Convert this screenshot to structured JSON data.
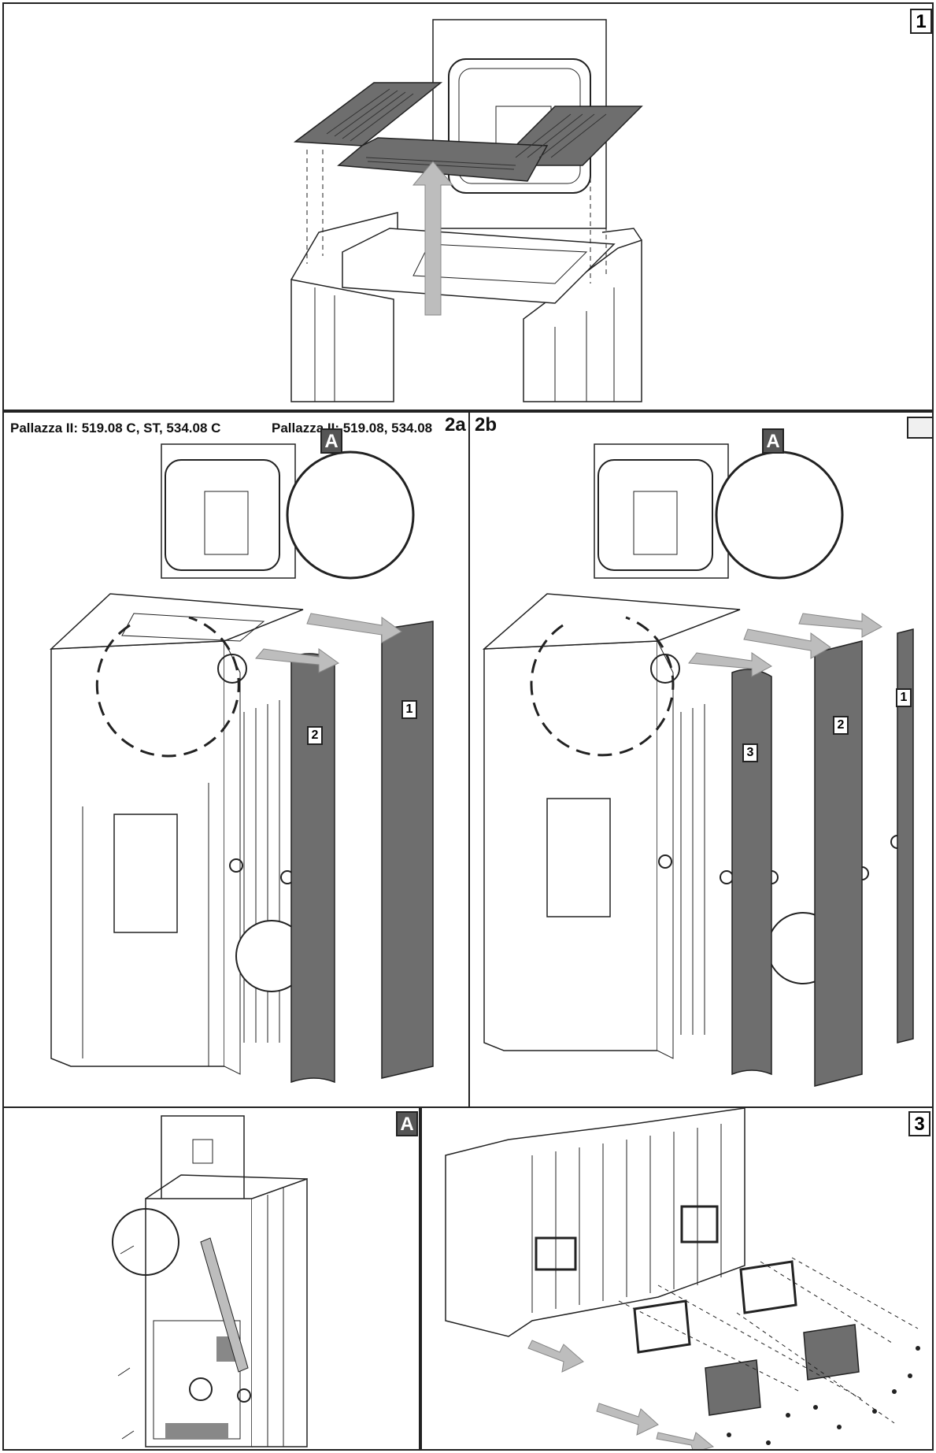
{
  "panels": {
    "p1": {
      "tag": "1"
    },
    "p2": {
      "caption_a": "Pallazza II: 519.08 C, ST, 534.08 C",
      "caption_b": "Pallazza II: 519.08, 534.08",
      "label_a": "2a",
      "label_b": "2b",
      "detail_tag_a": "A",
      "detail_tag_b": "A",
      "part_labels_a": [
        "1",
        "2"
      ],
      "part_labels_b": [
        "1",
        "2",
        "3"
      ]
    },
    "pA": {
      "tag": "A"
    },
    "p3": {
      "tag": "3"
    }
  },
  "colors": {
    "line": "#222222",
    "part_fill": "#6e6e6e",
    "arrow_fill": "#bdbdbd",
    "tag_dark": "#555555"
  }
}
